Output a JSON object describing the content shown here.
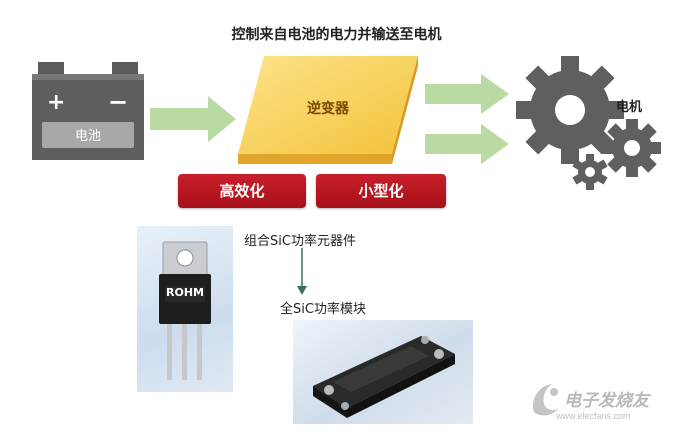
{
  "title": "控制来自电池的电力并输送至电机",
  "battery": {
    "label": "电池",
    "plus": "+",
    "minus": "−"
  },
  "inverter": {
    "label": "逆变器"
  },
  "motor": {
    "label": "电机"
  },
  "benefits": [
    "高效化",
    "小型化"
  ],
  "discrete_device": {
    "label": "组合SiC功率元器件",
    "brand": "ROHM"
  },
  "module": {
    "label": "全SiC功率模块"
  },
  "watermark": {
    "text": "电子发烧友",
    "url": "www.elecfans.com"
  },
  "colors": {
    "battery": "#5a5a5a",
    "inverter": "#f5c842",
    "arrow": "#b9dba3",
    "gear": "#5f5f5f",
    "red": "#b8141e"
  }
}
